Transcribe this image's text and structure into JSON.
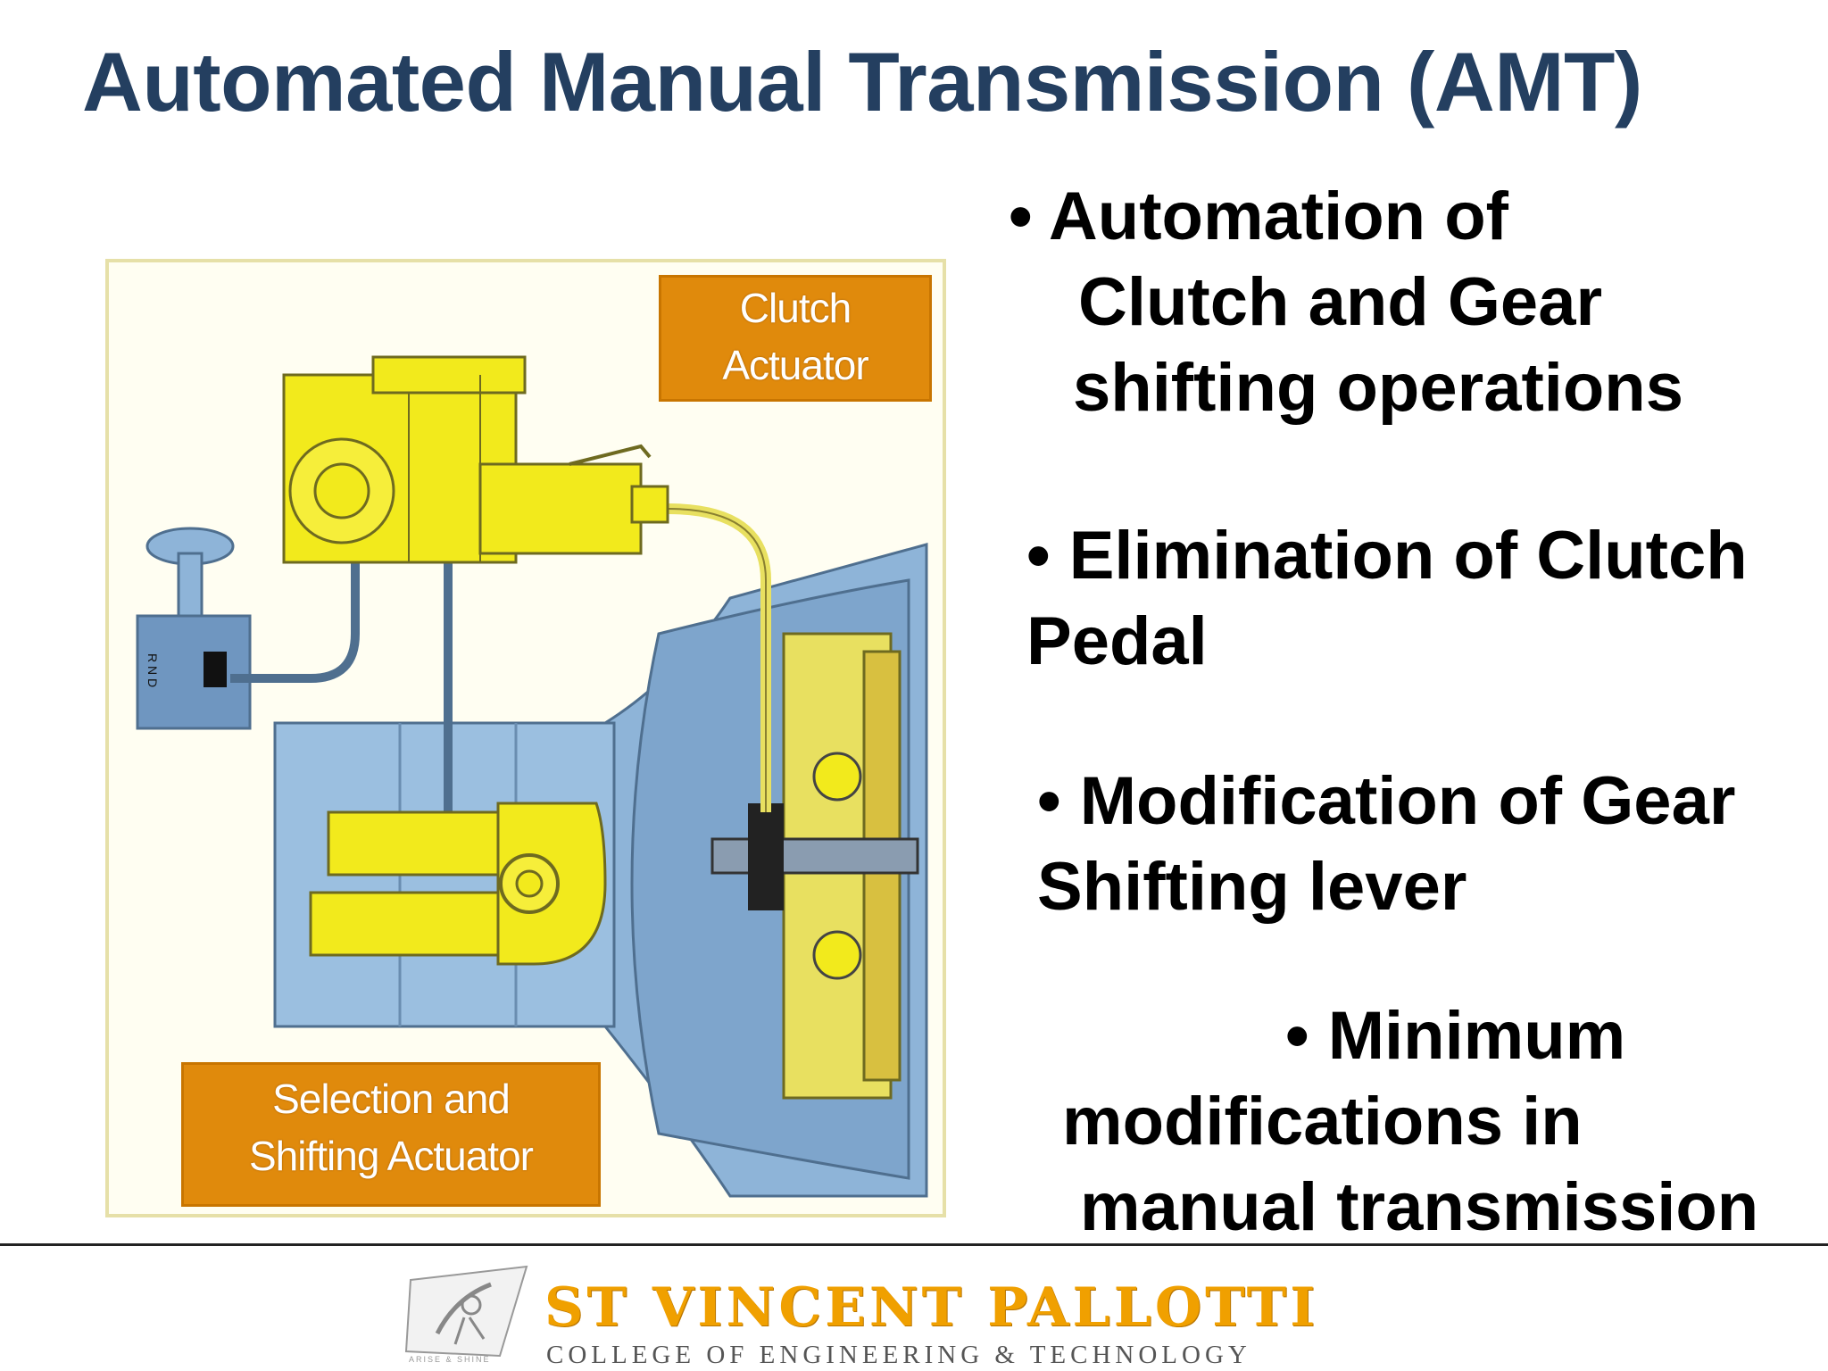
{
  "slide": {
    "title": "Automated Manual Transmission (AMT)"
  },
  "figure": {
    "labels": {
      "clutch_actuator_line1": "Clutch",
      "clutch_actuator_line2": "Actuator",
      "selection_actuator_line1": "Selection and",
      "selection_actuator_line2": "Shifting Actuator"
    },
    "lever_letters": "R N D"
  },
  "bullets": [
    {
      "lines": [
        "• Automation",
        "of",
        "Clutch",
        "and",
        "Gear",
        "shifting operations"
      ]
    },
    {
      "lines": [
        "• Elimination of Clutch",
        "Pedal"
      ]
    },
    {
      "lines": [
        "• Modification of Gear",
        "Shifting lever"
      ]
    },
    {
      "lines": [
        "• Minimum",
        "modifications",
        "in",
        "manual transmission"
      ]
    }
  ],
  "footer": {
    "college_name": "ST VINCENT PALLOTTI",
    "college_subtitle": "COLLEGE OF ENGINEERING & TECHNOLOGY",
    "tagline": "ARISE & SHINE"
  },
  "colors": {
    "title": "#243f60",
    "label_box": "#e08a0c",
    "actuator_yellow": "#f2ea1c",
    "housing_blue": "#8eb4d8",
    "logo_gold": "#f0a000"
  }
}
